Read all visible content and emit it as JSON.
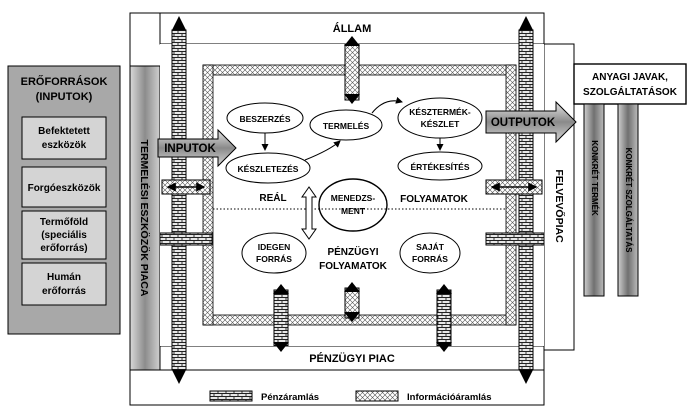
{
  "allam": "ÁLLAM",
  "penzugyi_piac": "PÉNZÜGYI PIAC",
  "termelesi_eszkozok_piaca": "TERMELÉSI ESZKÖZÖK PIACA",
  "felvevopiac": "FELVEVŐPIAC",
  "eroforrasok": {
    "title_line1": "ERŐFORRÁSOK",
    "title_line2": "(INPUTOK)",
    "items": [
      {
        "line1": "Befektetett",
        "line2": "eszközök"
      },
      {
        "line1": "Forgóeszközök"
      },
      {
        "line1": "Termőföld",
        "line2": "(speciális",
        "line3": "erőforrás)"
      },
      {
        "line1": "Humán",
        "line2": "erőforrás"
      }
    ]
  },
  "inputok": "INPUTOK",
  "outputok": "OUTPUTOK",
  "anyagi_javak": {
    "line1": "ANYAGI JAVAK,",
    "line2": "SZOLGÁLTATÁSOK"
  },
  "konkret_termek": "KONKRÉT TERMÉK",
  "konkret_szolgaltatas": "KONKRÉT SZOLGÁLTATÁS",
  "process": {
    "beszerzes": "BESZERZÉS",
    "termeles": "TERMELÉS",
    "keszletezes": "KÉSZLETEZÉS",
    "kesztermek_line1": "KÉSZTERMÉK-",
    "kesztermek_line2": "KÉSZLET",
    "ertekesites": "ÉRTÉKESÍTÉS",
    "menedzsment_line1": "MENEDZS-",
    "menedzsment_line2": "MENT",
    "real": "REÁL",
    "folyamatok": "FOLYAMATOK",
    "idegen_line1": "IDEGEN",
    "idegen_line2": "FORRÁS",
    "sajat_line1": "SAJÁT",
    "sajat_line2": "FORRÁS",
    "penzugyi_line1": "PÉNZÜGYI",
    "penzugyi_line2": "FOLYAMATOK"
  },
  "legend": {
    "penzaramlas": "Pénzáramlás",
    "informacioaramlas": "Információáramlás"
  }
}
